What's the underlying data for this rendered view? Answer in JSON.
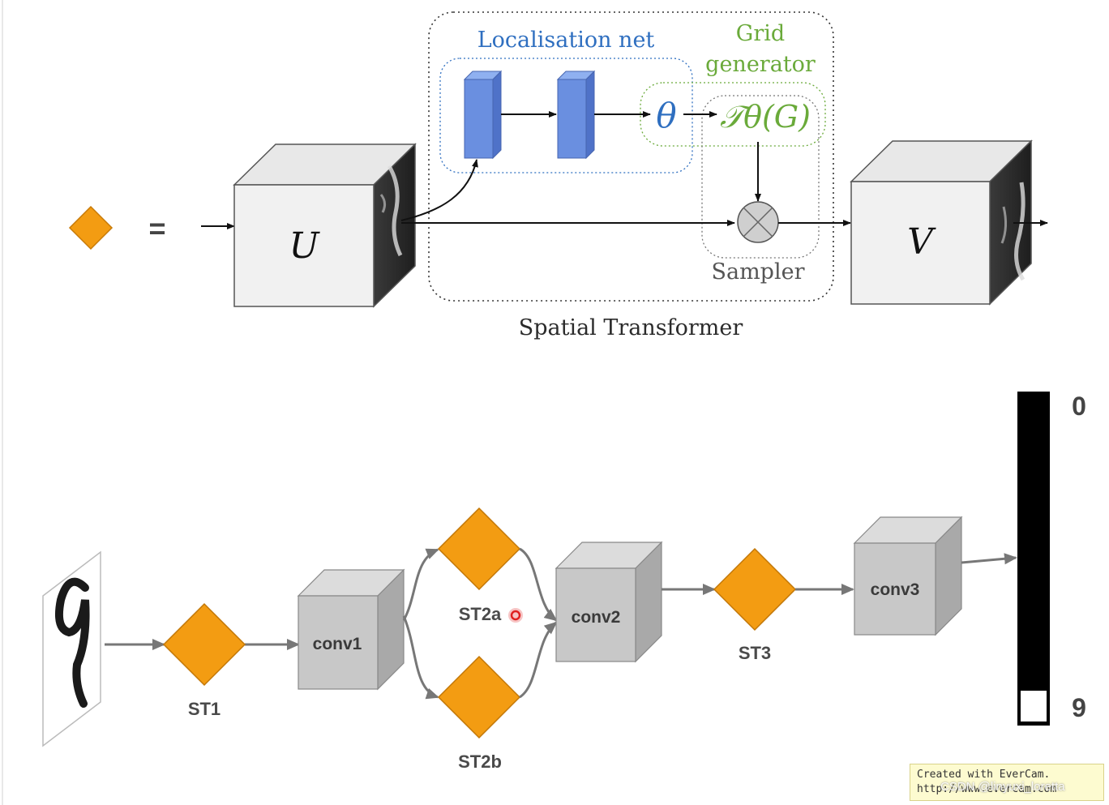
{
  "top_diagram": {
    "equals_symbol": "=",
    "localisation_net_label": "Localisation net",
    "grid_generator_label_line1": "Grid",
    "grid_generator_label_line2": "generator",
    "theta_symbol": "θ",
    "transform_label": "𝒯θ(G)",
    "input_cube_label": "U",
    "output_cube_label": "V",
    "sampler_label": "Sampler",
    "caption": "Spatial Transformer"
  },
  "bottom_diagram": {
    "conv_blocks": [
      "conv1",
      "conv2",
      "conv3"
    ],
    "st_labels": [
      "ST1",
      "ST2a",
      "ST2b",
      "ST3"
    ],
    "output_bar_top_label": "0",
    "output_bar_bottom_label": "9",
    "input_digit": "9"
  },
  "colors": {
    "diamond_fill": "#f39c12",
    "localisation_block": "#6a8fe0",
    "blue_text": "#2f6fc0",
    "green_text": "#6aaa3a",
    "cube_gray": "#c8c8c8",
    "bar_black": "#000000"
  },
  "overlay": {
    "watermark_line1": "Created with EverCam.",
    "watermark_line2": "http://www.evercam.com",
    "csdn_credit": "CSDN @linyuxi_loretta"
  }
}
